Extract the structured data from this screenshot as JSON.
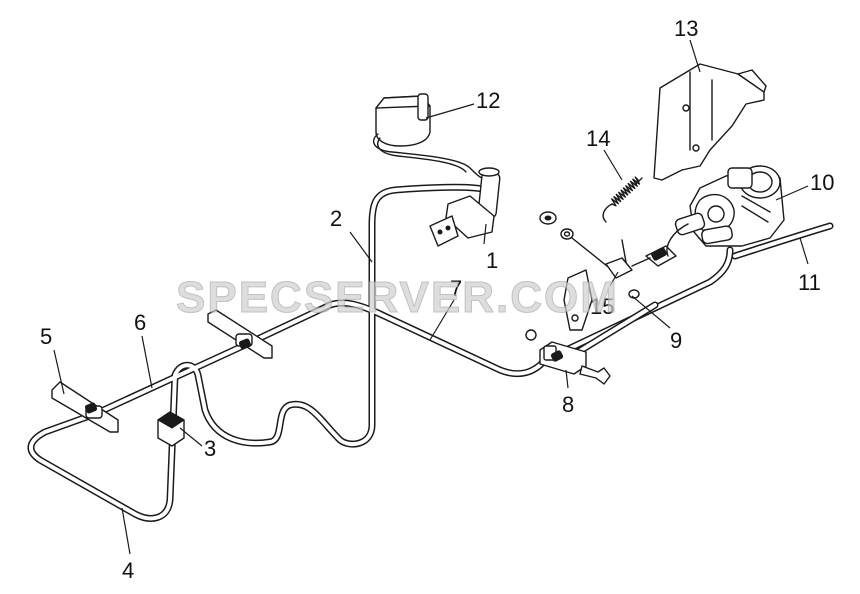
{
  "watermark": "SPECSERVER.COM",
  "callouts": [
    "1",
    "2",
    "3",
    "4",
    "5",
    "6",
    "7",
    "8",
    "9",
    "10",
    "11",
    "12",
    "13",
    "14",
    "15"
  ]
}
